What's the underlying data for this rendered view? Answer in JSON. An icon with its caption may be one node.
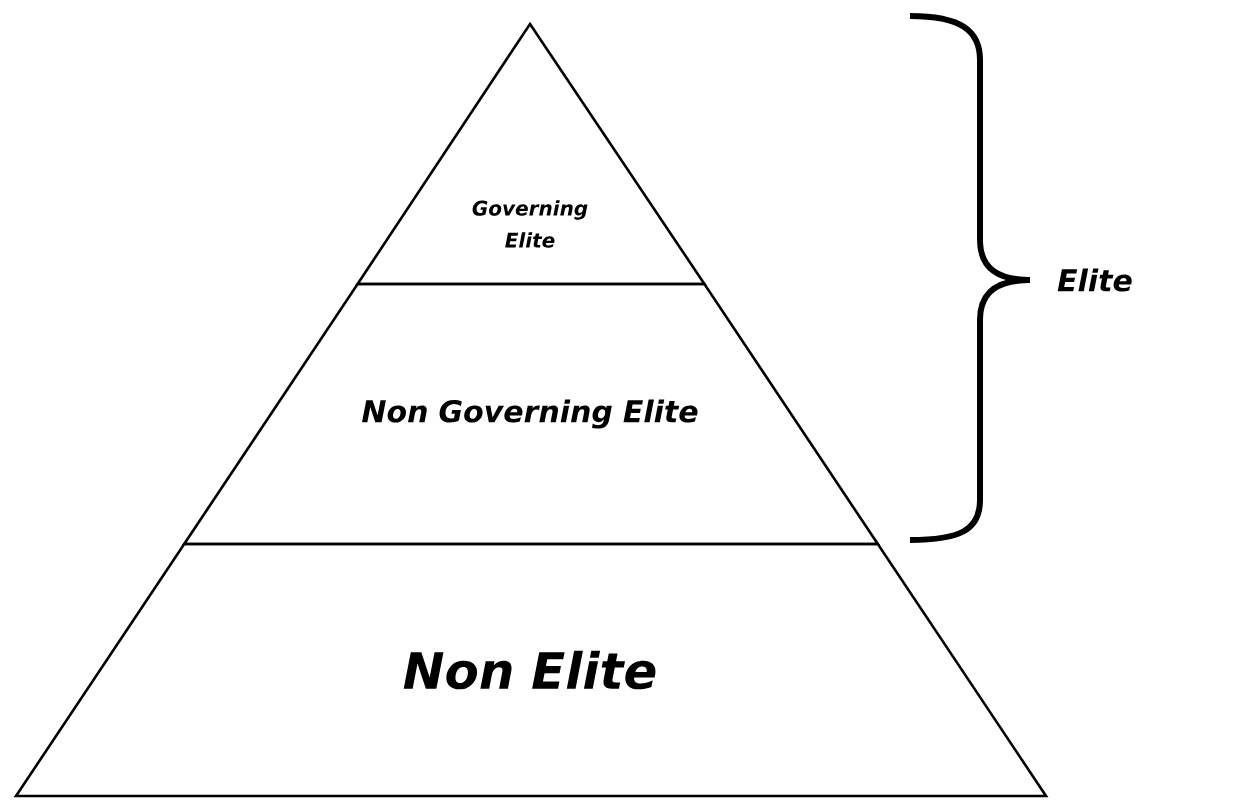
{
  "diagram": {
    "nodes": [
      {
        "text": [
          "Governing Elite"
        ]
      },
      {
        "text": [
          "Non Governing Elite"
        ]
      },
      {
        "text": [
          "Non Elite"
        ]
      }
    ],
    "labels": [
      "Elite"
    ]
  }
}
